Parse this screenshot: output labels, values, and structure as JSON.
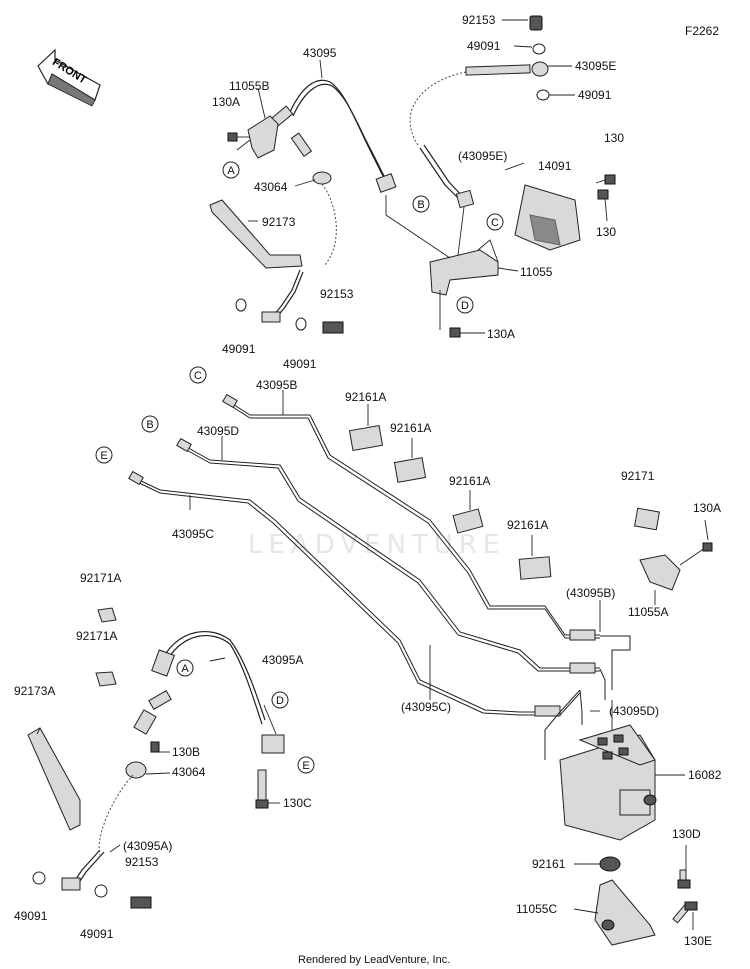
{
  "diagram_code": "F2262",
  "front_arrow_label": "FRONT",
  "watermark": "LEADVENTURE",
  "footer": "Rendered by LeadVenture, Inc.",
  "labels": {
    "l_92153_top": "92153",
    "l_49091_top": "49091",
    "l_43095E": "43095E",
    "l_49091_r": "49091",
    "l_43095_top": "43095",
    "l_11055B": "11055B",
    "l_130A_1": "130A",
    "l_43064_top": "43064",
    "l_92173": "92173",
    "l_43095E_p": "(43095E)",
    "l_14091": "14091",
    "l_130_a": "130",
    "l_130_b": "130",
    "l_11055": "11055",
    "l_92153_mid": "92153",
    "l_130A_2": "130A",
    "l_49091_l": "49091",
    "l_49091_m": "49091",
    "l_43095B": "43095B",
    "l_92161A_1": "92161A",
    "l_92161A_2": "92161A",
    "l_43095D": "43095D",
    "l_92161A_3": "92161A",
    "l_92171": "92171",
    "l_130A_3": "130A",
    "l_43095C": "43095C",
    "l_92161A_4": "92161A",
    "l_11055A": "11055A",
    "l_92171A_1": "92171A",
    "l_92171A_2": "92171A",
    "l_43095B_p": "(43095B)",
    "l_43095A": "43095A",
    "l_92173A": "92173A",
    "l_43095D_p": "(43095D)",
    "l_43095C_p": "(43095C)",
    "l_130B": "130B",
    "l_43064_bot": "43064",
    "l_16082": "16082",
    "l_130C": "130C",
    "l_130D": "130D",
    "l_43095A_p": "(43095A)",
    "l_92153_bot": "92153",
    "l_92161": "92161",
    "l_49091_bl": "49091",
    "l_49091_bm": "49091",
    "l_11055C": "11055C",
    "l_130E": "130E"
  },
  "circle_markers": {
    "A": "A",
    "B": "B",
    "C": "C",
    "D": "D",
    "E": "E"
  }
}
